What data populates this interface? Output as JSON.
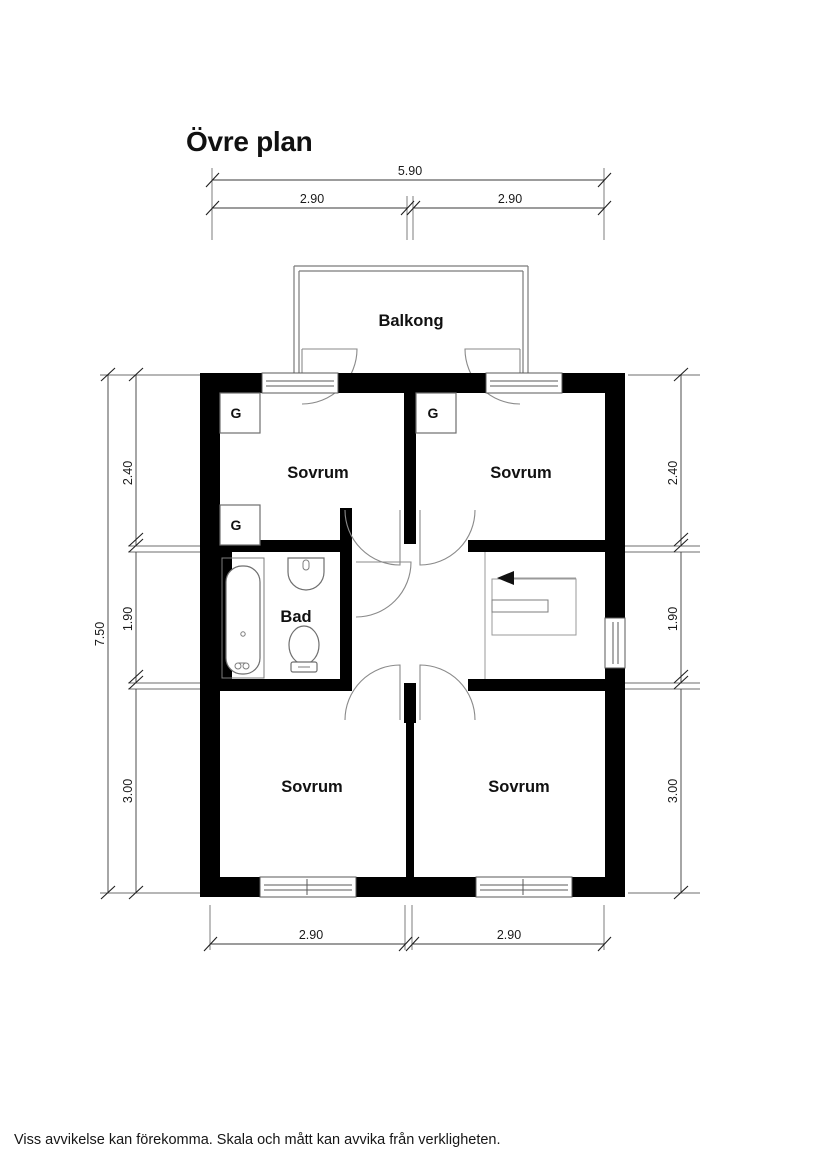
{
  "plan": {
    "title": "Övre plan",
    "footer_note": "Viss avvikelse kan förekomma. Skala och mått kan avvika från verkligheten."
  },
  "rooms": [
    {
      "id": "balkong",
      "label": "Balkong"
    },
    {
      "id": "sovrum-top-left",
      "label": "Sovrum"
    },
    {
      "id": "sovrum-top-right",
      "label": "Sovrum"
    },
    {
      "id": "bad",
      "label": "Bad"
    },
    {
      "id": "sovrum-bottom-left",
      "label": "Sovrum"
    },
    {
      "id": "sovrum-bottom-right",
      "label": "Sovrum"
    }
  ],
  "closets": [
    {
      "id": "closet-1",
      "label": "G"
    },
    {
      "id": "closet-2",
      "label": "G"
    },
    {
      "id": "closet-3",
      "label": "G"
    }
  ],
  "dimensions": {
    "top_overall": "5.90",
    "top_left_segment": "2.90",
    "top_right_segment": "2.90",
    "bottom_left_segment": "2.90",
    "bottom_right_segment": "2.90",
    "left_overall": "7.50",
    "left_segment_1": "2.40",
    "left_segment_2": "1.90",
    "left_segment_3": "3.00",
    "right_segment_1": "2.40",
    "right_segment_2": "1.90",
    "right_segment_3": "3.00"
  },
  "colors": {
    "wall": "#000000",
    "background": "#ffffff",
    "text": "#111111",
    "dimension_line": "#3a3a3a"
  },
  "icons": {
    "stair_direction": "stair-up-arrow-icon",
    "bathtub": "bathtub-icon",
    "sink": "sink-icon",
    "toilet": "toilet-icon"
  }
}
